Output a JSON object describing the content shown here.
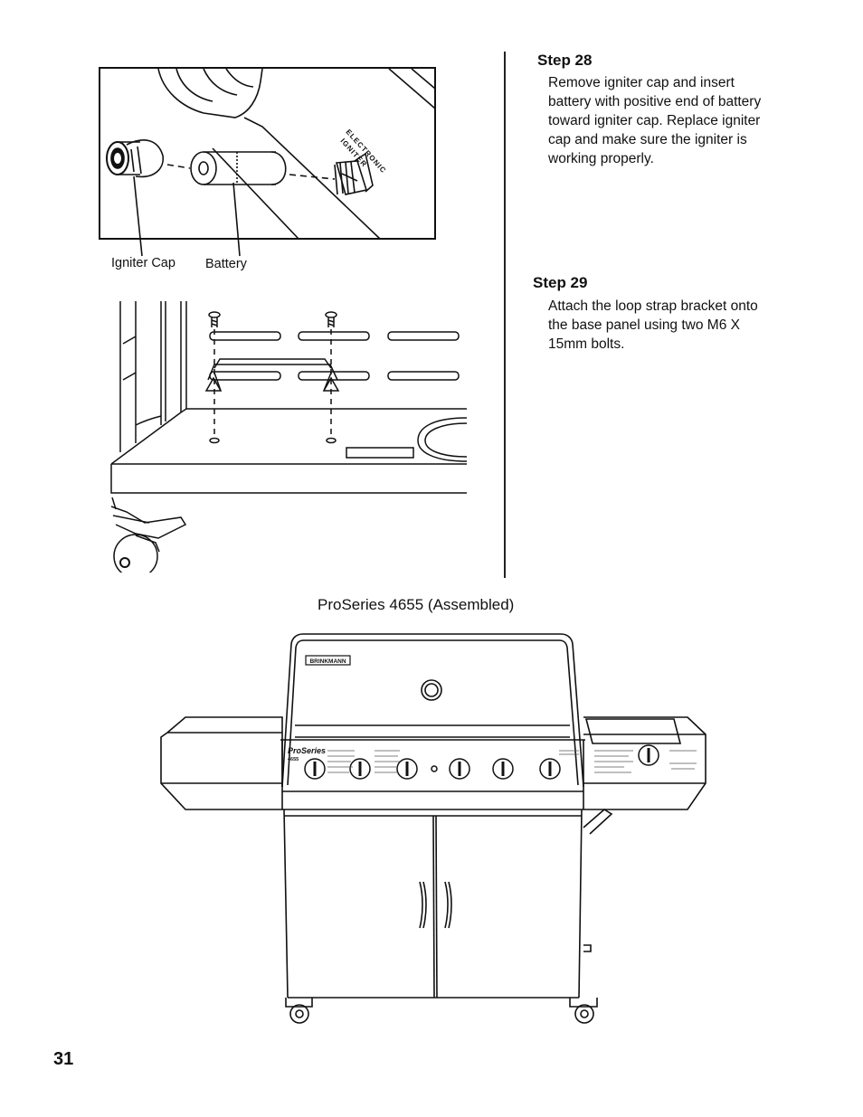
{
  "step28": {
    "title": "Step 28",
    "body": "Remove igniter cap and insert battery with positive end of battery toward igniter cap. Replace igniter cap and make sure the igniter is working properly."
  },
  "step29": {
    "title": "Step 29",
    "body": "Attach the loop strap bracket onto the base panel using two M6 X 15mm bolts."
  },
  "figure1": {
    "igniter_cap_label": "Igniter Cap",
    "battery_label": "Battery",
    "igniter_text_1": "ELECTRONIC",
    "igniter_text_2": "IGNITER"
  },
  "figure3": {
    "caption": "ProSeries 4655 (Assembled)",
    "brand": "BRINKMANN",
    "model_series": "ProSeries",
    "model_number": "4655"
  },
  "page_number": "31"
}
